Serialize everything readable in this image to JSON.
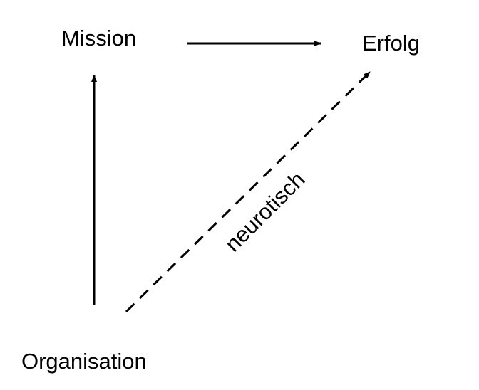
{
  "nodes": {
    "mission": "Mission",
    "erfolg": "Erfolg",
    "organisation": "Organisation"
  },
  "edges": {
    "dashed_label": "neurotisch"
  }
}
